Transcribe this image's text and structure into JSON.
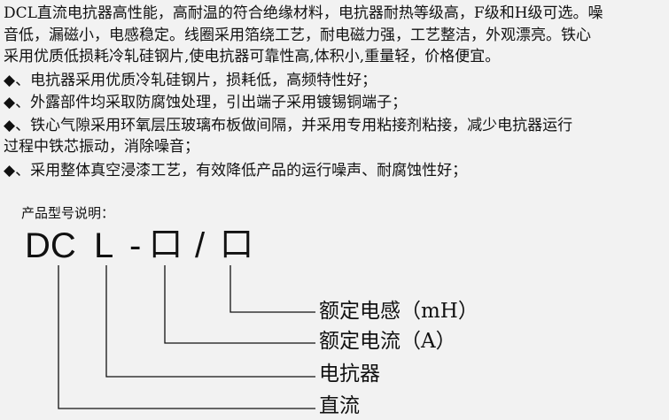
{
  "intro_lines": [
    "DCL直流电抗器高性能，高耐温的符合绝缘材料，电抗器耐热等级高，F级和H级可选。噪",
    "音低，漏磁小，电感稳定。线圈采用箔绕工艺，耐电磁力强，工艺整洁，外观漂亮。铁心",
    "采用优质低损耗冷轧硅钢片,使电抗器可靠性高,体积小,重量轻，价格便宜。"
  ],
  "features": [
    " ◆、电抗器采用优质冷轧硅钢片，损耗低，高频特性好；",
    " ◆、外露部件均采取防腐蚀处理，引出端子采用镀锡铜端子；",
    " ◆、铁心气隙采用环氧层压玻璃布板做间隔，并采用专用粘接剂粘接，减少电抗器运行",
    "过程中铁芯振动，消除噪音；",
    " ◆、采用整体真空浸漆工艺，有效降低产品的运行噪声、耐腐蚀性好；"
  ],
  "model": {
    "title": "产品型号说明：",
    "code_parts": [
      "DC",
      "L",
      "-",
      "口",
      "/",
      "口"
    ],
    "labels": [
      "额定电感（mH）",
      "额定电流（A）",
      "电抗器",
      "直流"
    ]
  }
}
